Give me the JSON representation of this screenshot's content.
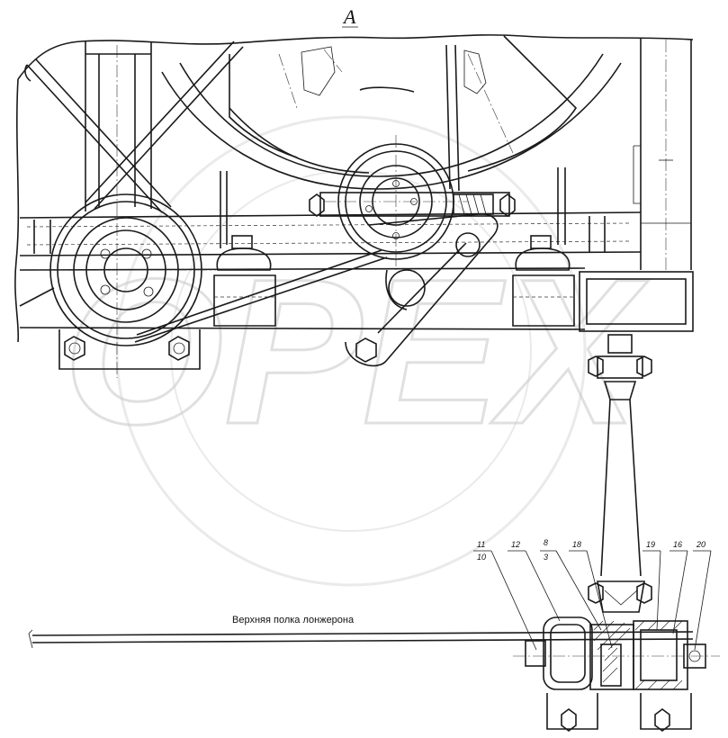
{
  "view_label": "А",
  "spar_note": "Верхняя полка лонжерона",
  "watermark": "OPEX",
  "callouts": [
    {
      "label": "11",
      "sub": "10"
    },
    {
      "label": "12",
      "sub": ""
    },
    {
      "label": "8",
      "sub": "3"
    },
    {
      "label": "18",
      "sub": ""
    },
    {
      "label": "19",
      "sub": ""
    },
    {
      "label": "16",
      "sub": ""
    },
    {
      "label": "20",
      "sub": ""
    }
  ]
}
